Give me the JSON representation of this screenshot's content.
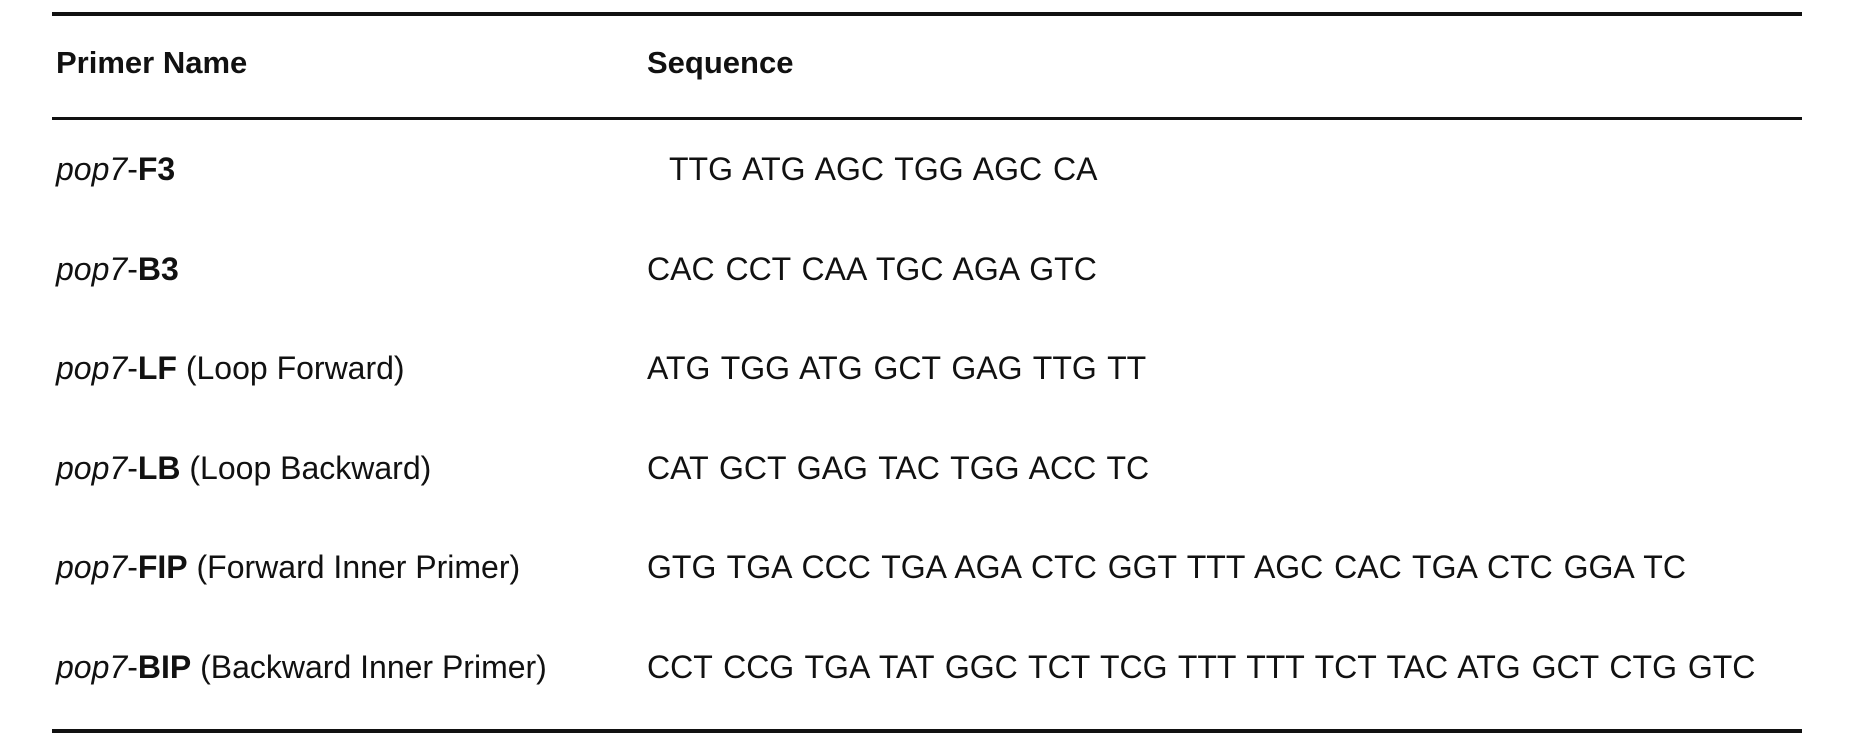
{
  "table": {
    "headers": {
      "primer_name": "Primer Name",
      "sequence": "Sequence"
    },
    "rows": [
      {
        "gene": "pop7",
        "sep": "-",
        "code": "F3",
        "desc": "",
        "sequence": "TTG ATG AGC TGG AGC CA"
      },
      {
        "gene": "pop7",
        "sep": "-",
        "code": "B3",
        "desc": "",
        "sequence": "CAC CCT CAA TGC AGA GTC"
      },
      {
        "gene": "pop7",
        "sep": "-",
        "code": "LF",
        "desc": " (Loop Forward)",
        "sequence": "ATG TGG ATG GCT GAG TTG TT"
      },
      {
        "gene": "pop7",
        "sep": "-",
        "code": "LB",
        "desc": " (Loop Backward)",
        "sequence": "CAT GCT GAG TAC TGG ACC TC"
      },
      {
        "gene": "pop7",
        "sep": "-",
        "code": "FIP",
        "desc": " (Forward Inner Primer)",
        "sequence": "GTG TGA CCC TGA AGA CTC GGT TTT AGC CAC TGA CTC GGA TC"
      },
      {
        "gene": "pop7",
        "sep": "-",
        "code": "BIP",
        "desc": " (Backward Inner Primer)",
        "sequence": "CCT CCG TGA TAT GGC TCT TCG TTT TTT TCT TAC ATG GCT CTG GTC"
      }
    ]
  }
}
